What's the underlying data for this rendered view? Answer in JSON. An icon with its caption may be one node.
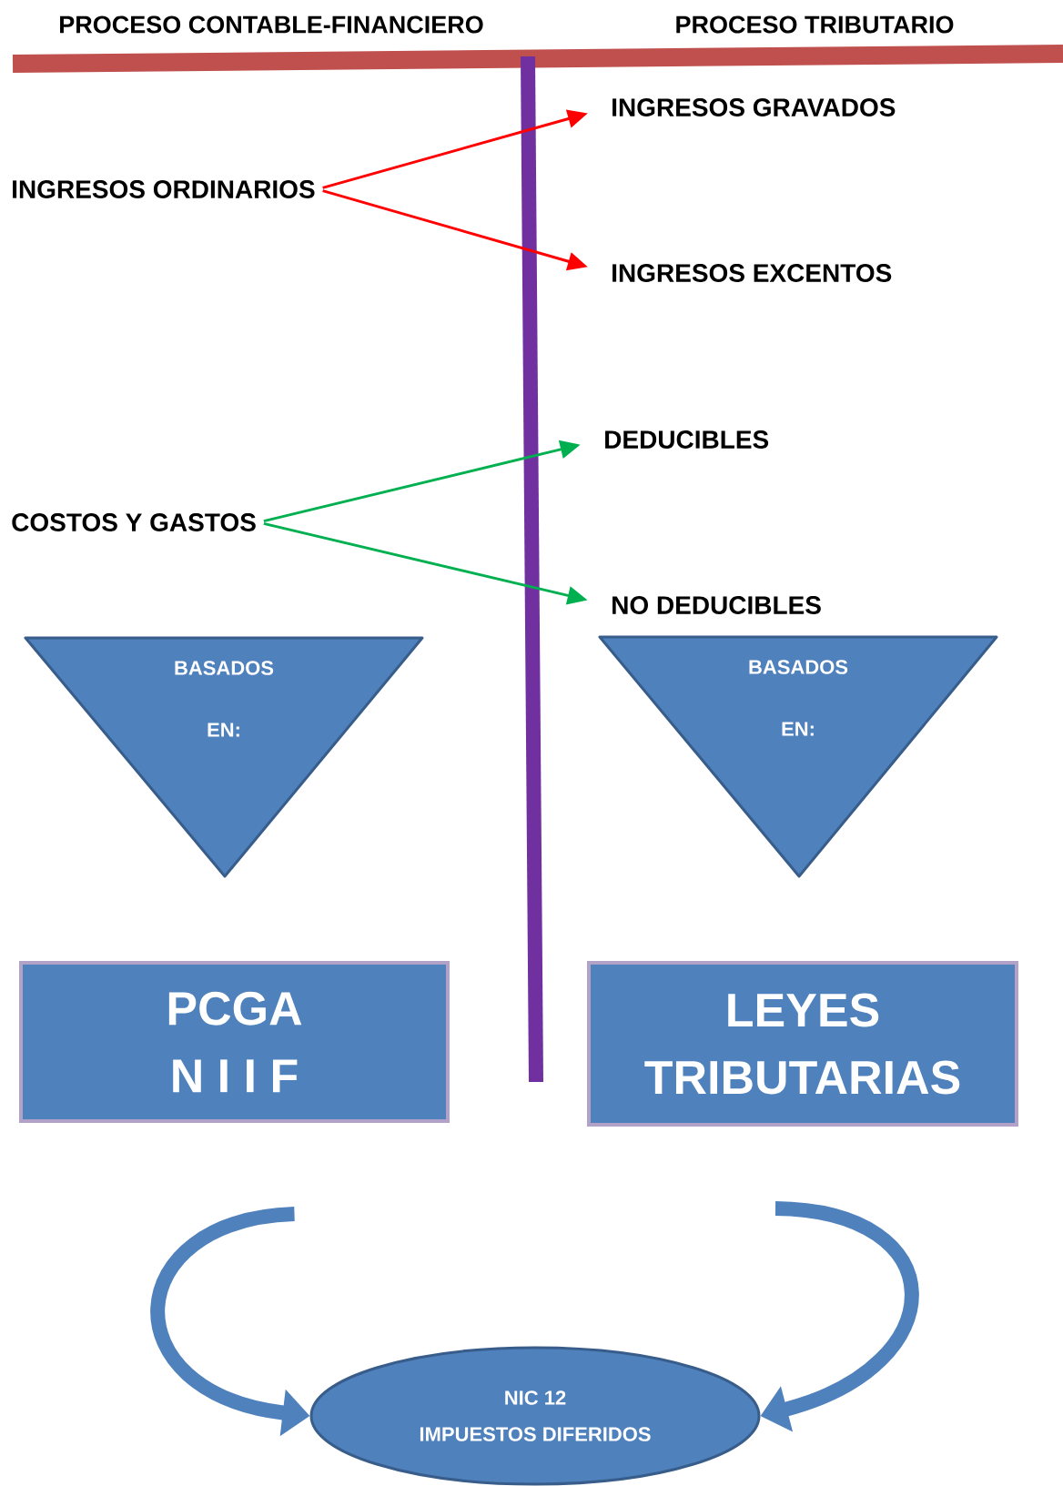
{
  "diagram": {
    "nodes": [
      {
        "text": [
          "INGRESOS ORDINARIOS"
        ]
      },
      {
        "text": [
          "INGRESOS GRAVADOS"
        ]
      },
      {
        "text": [
          "INGRESOS EXCENTOS"
        ]
      },
      {
        "text": [
          "COSTOS Y GASTOS"
        ]
      },
      {
        "text": [
          "DEDUCIBLES"
        ]
      },
      {
        "text": [
          "NO DEDUCIBLES"
        ]
      },
      {
        "text": [
          "BASADOS",
          "EN:"
        ]
      },
      {
        "text": [
          "BASADOS",
          "EN:"
        ]
      },
      {
        "text": [
          "PCGA",
          "N I I F"
        ]
      },
      {
        "text": [
          "LEYES",
          "TRIBUTARIAS"
        ]
      },
      {
        "text": [
          "NIC 12",
          "IMPUESTOS DIFERIDOS"
        ]
      }
    ],
    "edges": [
      {
        "from": 0,
        "to": 1,
        "arrow": "to",
        "color": "#ff0000"
      },
      {
        "from": 0,
        "to": 2,
        "arrow": "to",
        "color": "#ff0000"
      },
      {
        "from": 3,
        "to": 4,
        "arrow": "to",
        "color": "#00b050"
      },
      {
        "from": 3,
        "to": 5,
        "arrow": "to",
        "color": "#00b050"
      },
      {
        "from": 8,
        "to": 10,
        "arrow": "to",
        "style": "thick",
        "color": "#4f81bd"
      },
      {
        "from": 9,
        "to": 10,
        "arrow": "to",
        "style": "thick",
        "color": "#4f81bd"
      }
    ],
    "labels": [
      "PROCESO CONTABLE-FINANCIERO",
      "PROCESO TRIBUTARIO"
    ]
  }
}
